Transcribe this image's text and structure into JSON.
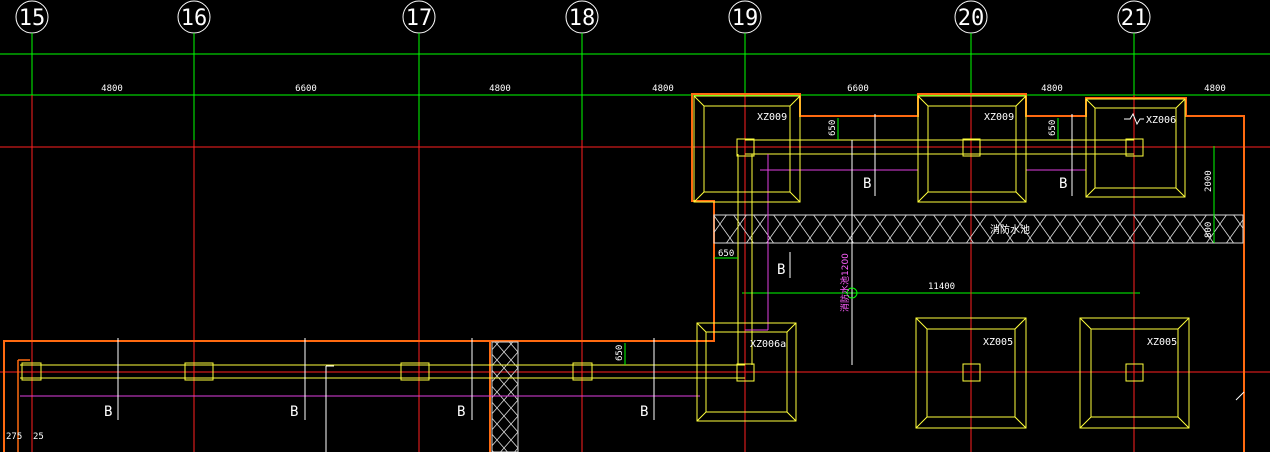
{
  "axes": [
    "15",
    "16",
    "17",
    "18",
    "19",
    "20",
    "21"
  ],
  "spans_top": [
    "4800",
    "6600",
    "4800",
    "4800",
    "6600",
    "4800",
    "4800"
  ],
  "pile_caps": [
    "XZ009",
    "XZ009",
    "XZ006",
    "XZ006a",
    "XZ005",
    "XZ005"
  ],
  "section_mark": "B",
  "dims": {
    "d650_a": "650",
    "d650_b": "650",
    "d650_c": "650",
    "d650_d": "650",
    "d2000": "2000",
    "d800": "800",
    "d11400": "11400",
    "d275": "275",
    "d25": "25"
  },
  "hatch_label": "消防水池",
  "vertical_label": "消防水池1200",
  "colors": {
    "axis_green": "#00ff00",
    "grid_red": "#ff2020",
    "wall_orange": "#ff6a10",
    "cap_yellow": "#ffff3c",
    "beam_magenta": "#e040e0",
    "hatch_white": "#d8d8d8",
    "background": "#000000"
  }
}
